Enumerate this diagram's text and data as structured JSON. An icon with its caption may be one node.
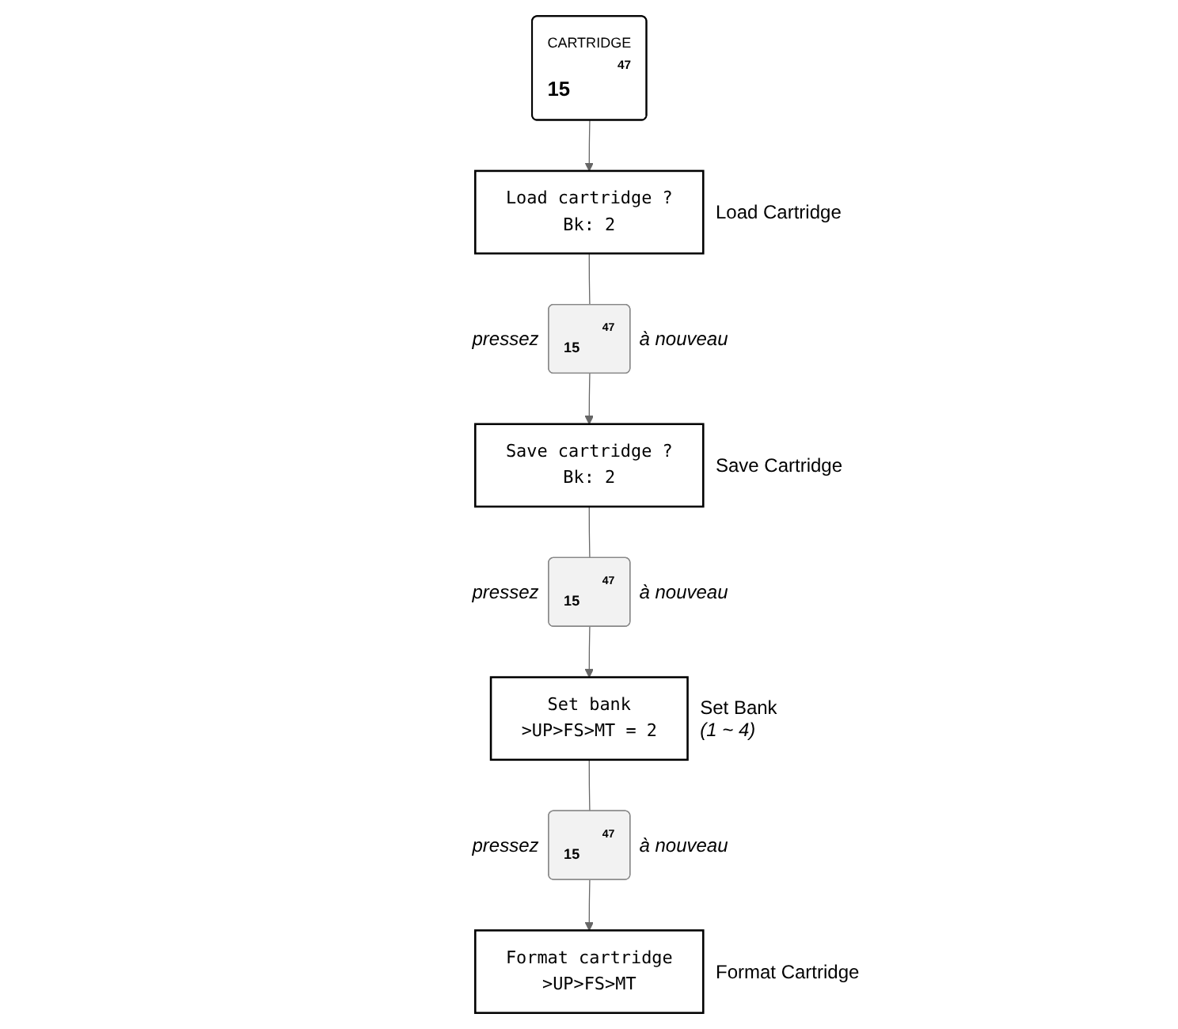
{
  "diagram": {
    "nodes": [
      {
        "text": [
          "CARTRIDGE",
          "47",
          "15"
        ]
      },
      {
        "text": [
          "Load cartridge ?",
          "Bk: 2"
        ],
        "beside": [
          "Load Cartridge"
        ]
      },
      {
        "text": [
          "47",
          "15"
        ],
        "beside": [
          "pressez",
          "à nouveau"
        ]
      },
      {
        "text": [
          "Save cartridge ?",
          "Bk: 2"
        ],
        "beside": [
          "Save Cartridge"
        ]
      },
      {
        "text": [
          "47",
          "15"
        ],
        "beside": [
          "pressez",
          "à nouveau"
        ]
      },
      {
        "text": [
          "Set bank",
          ">UP>FS>MT = 2"
        ],
        "beside": [
          "Set Bank",
          "(1 ~ 4)"
        ]
      },
      {
        "text": [
          "47",
          "15"
        ],
        "beside": [
          "pressez",
          "à nouveau"
        ]
      },
      {
        "text": [
          "Format cartridge",
          ">UP>FS>MT"
        ],
        "beside": [
          "Format Cartridge"
        ]
      }
    ],
    "edges": [
      {
        "from": 0,
        "to": 1,
        "arrow": "to"
      },
      {
        "from": 1,
        "to": 2,
        "arrow": "none"
      },
      {
        "from": 2,
        "to": 3,
        "arrow": "to"
      },
      {
        "from": 3,
        "to": 4,
        "arrow": "none"
      },
      {
        "from": 4,
        "to": 5,
        "arrow": "to"
      },
      {
        "from": 5,
        "to": 6,
        "arrow": "none"
      },
      {
        "from": 6,
        "to": 7,
        "arrow": "to"
      }
    ]
  }
}
